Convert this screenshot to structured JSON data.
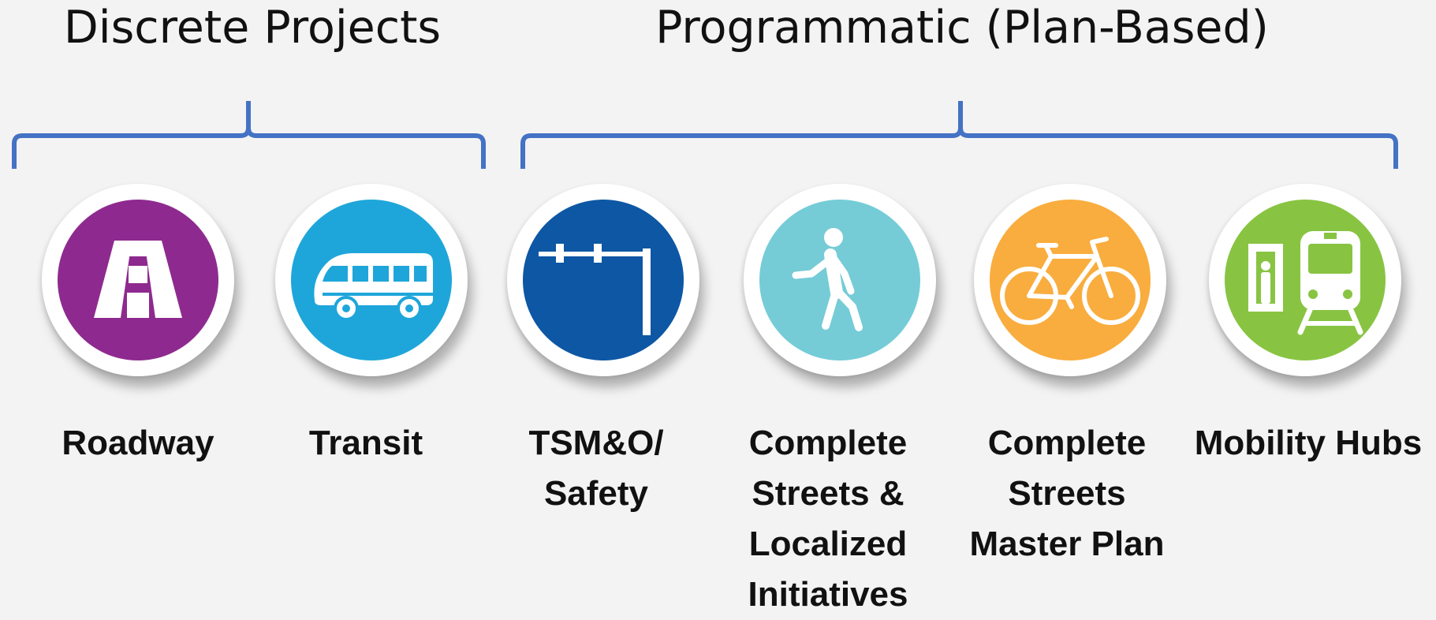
{
  "groups": {
    "discrete": {
      "title": "Discrete Projects"
    },
    "programmatic": {
      "title": "Programmatic (Plan-Based)"
    }
  },
  "items": [
    {
      "label": "Roadway",
      "icon": "roadway-icon",
      "color": "#8e2a8f"
    },
    {
      "label": "Transit",
      "icon": "bus-icon",
      "color": "#1ea6da"
    },
    {
      "label": "TSM&O/\nSafety",
      "icon": "traffic-signal-pole-icon",
      "color": "#0d57a4"
    },
    {
      "label": "Complete\nStreets &\nLocalized\nInitiatives",
      "icon": "pedestrian-icon",
      "color": "#75ccd7"
    },
    {
      "label": "Complete\nStreets\nMaster Plan",
      "icon": "bicycle-icon",
      "color": "#f9ad3e"
    },
    {
      "label": "Mobility Hubs",
      "icon": "train-station-icon",
      "color": "#88c442"
    }
  ],
  "brace_color": "#4472c4"
}
